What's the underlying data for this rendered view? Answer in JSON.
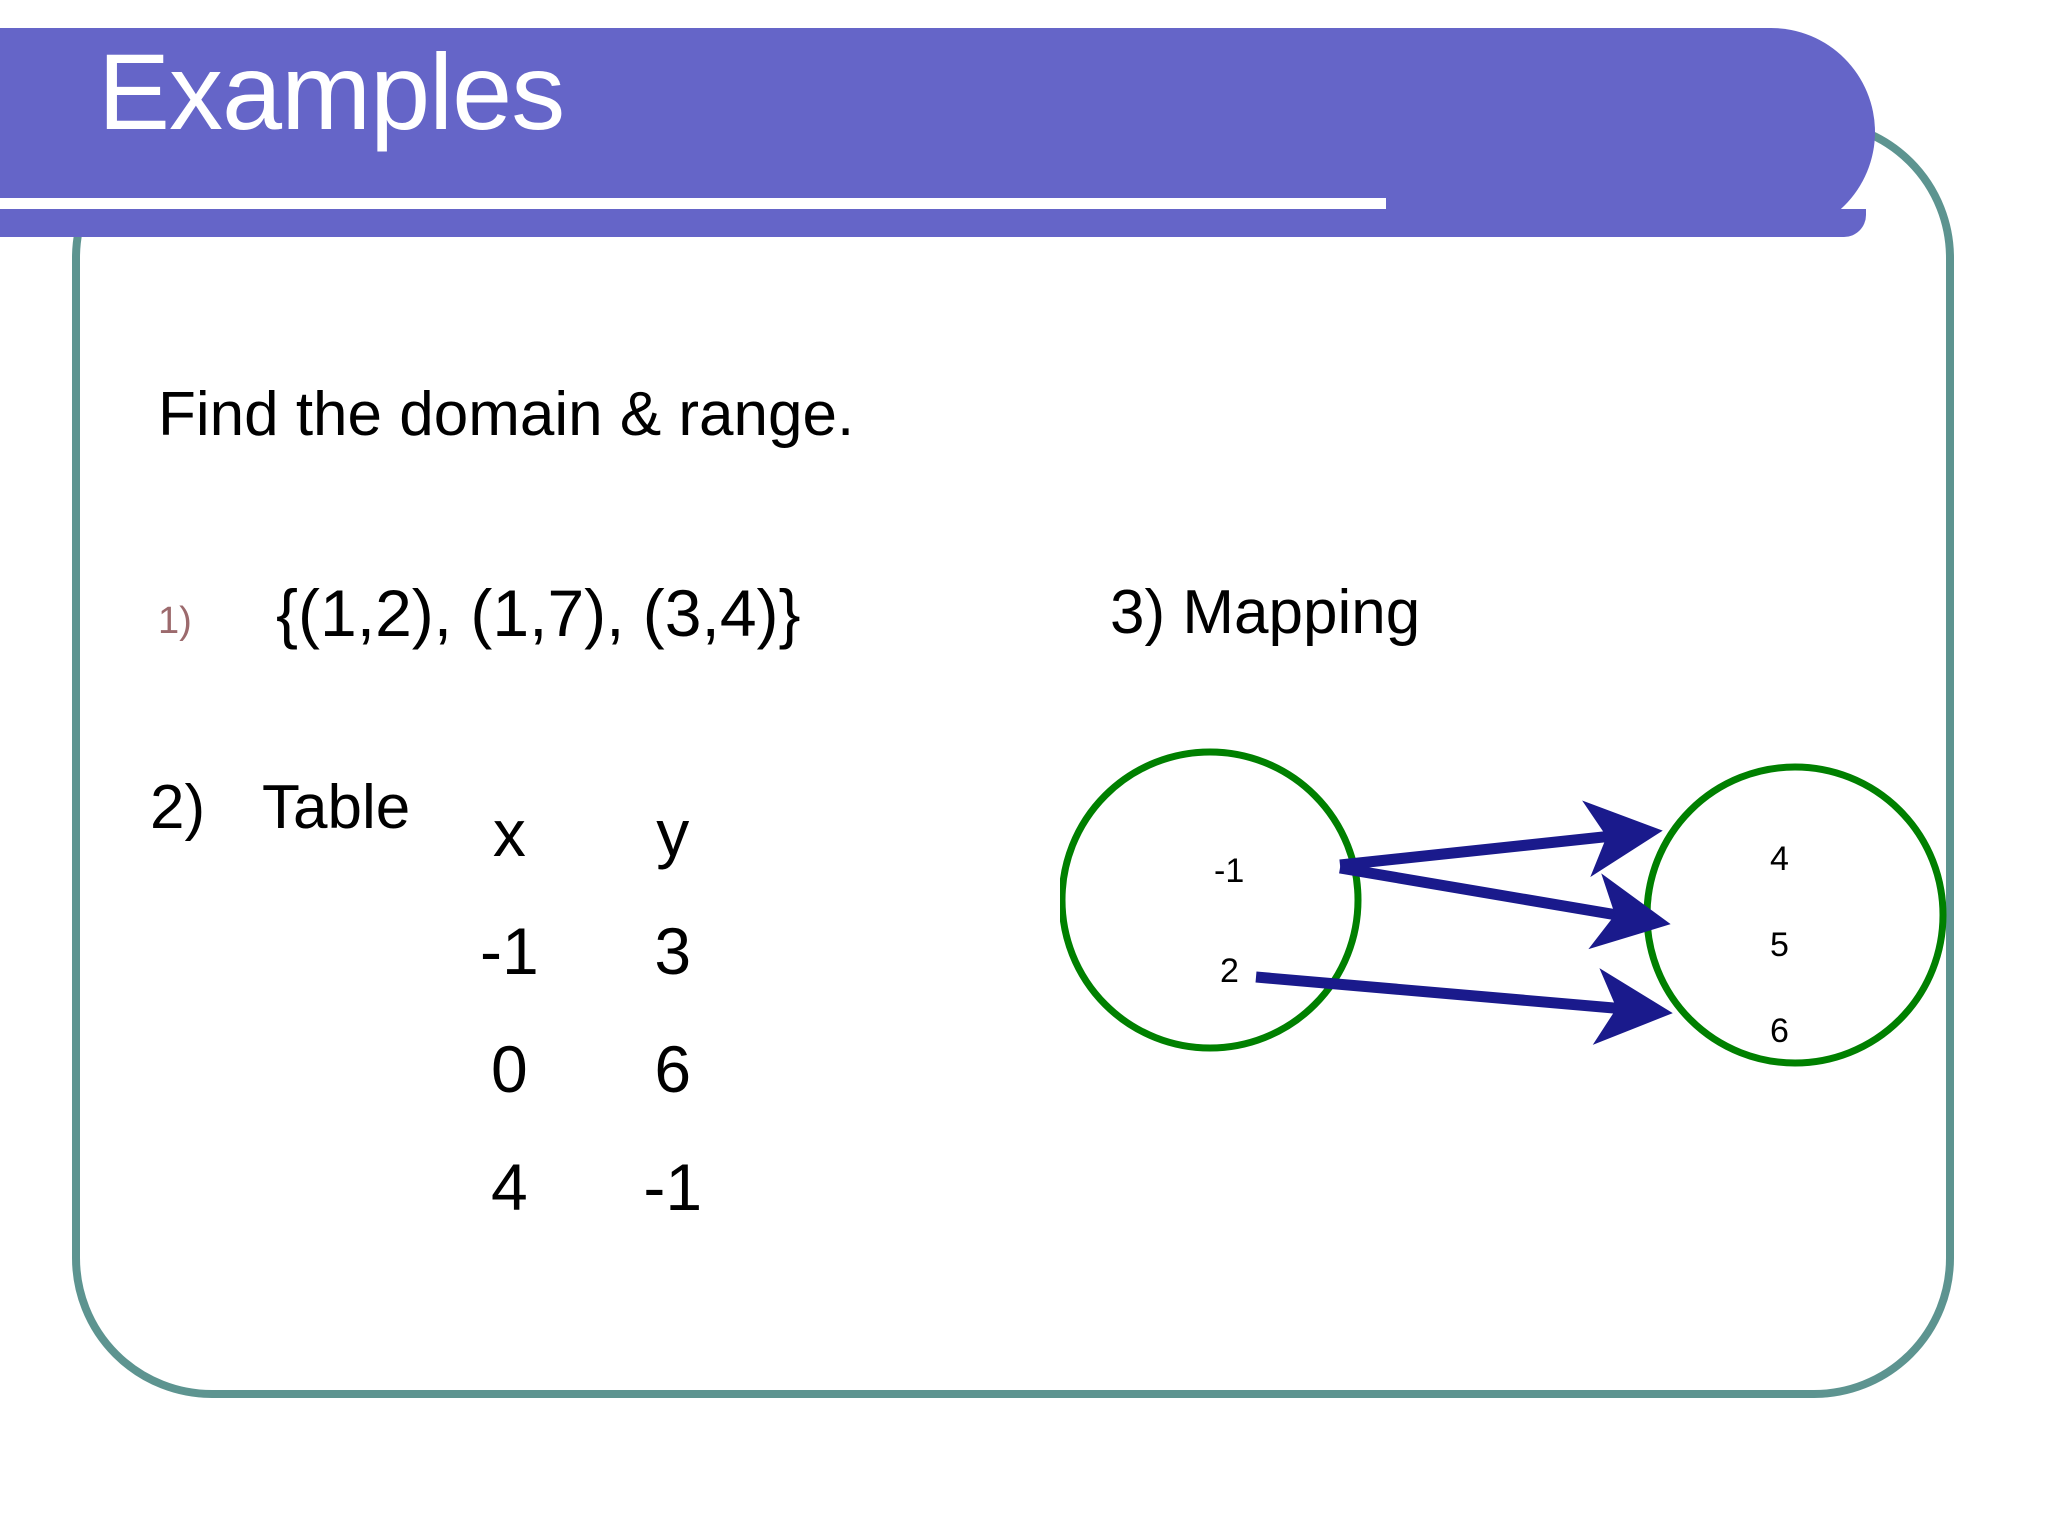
{
  "slide": {
    "title": "Examples",
    "accent_purple": "#6565c8",
    "accent_teal": "#5d9490",
    "arrow_color": "#1a1a8c",
    "circle_color": "#008000",
    "marker_color": "#9c6a6d"
  },
  "prompt": "Find the domain & range.",
  "items": [
    {
      "marker": "1)",
      "text": "{(1,2), (1,7), (3,4)}"
    },
    {
      "marker": "2)",
      "label": "Table"
    },
    {
      "marker": "3)",
      "label": "Mapping"
    }
  ],
  "table": {
    "headers": [
      "x",
      "y"
    ],
    "rows": [
      [
        "-1",
        "3"
      ],
      [
        "0",
        "6"
      ],
      [
        "4",
        "-1"
      ]
    ]
  },
  "mapping": {
    "domain": [
      "-1",
      "2"
    ],
    "range": [
      "4",
      "5",
      "6"
    ],
    "arrows": [
      {
        "from": "-1",
        "to": "4"
      },
      {
        "from": "-1",
        "to": "5"
      },
      {
        "from": "2",
        "to": "6"
      }
    ]
  },
  "item3_heading": "3) Mapping"
}
